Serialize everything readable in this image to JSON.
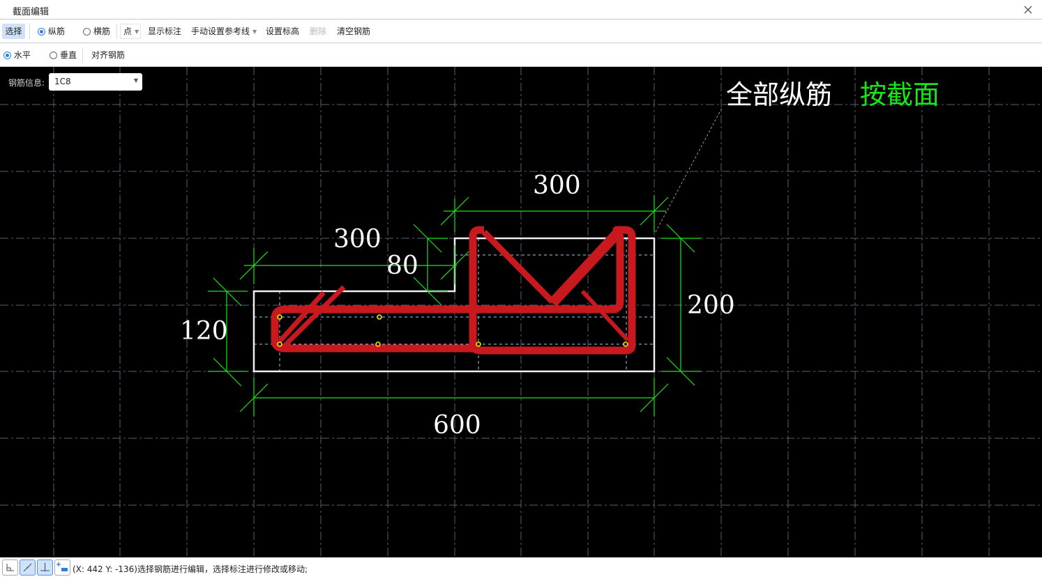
{
  "window": {
    "title": "截面编辑",
    "close_icon": "close-icon"
  },
  "toolbar1": {
    "select_label": "选择",
    "longitudinal_label": "纵筋",
    "longitudinal_checked": true,
    "transverse_label": "横筋",
    "transverse_checked": false,
    "point_label": "点",
    "show_dims_label": "显示标注",
    "manual_ref_line_label": "手动设置参考线",
    "set_elevation_label": "设置标高",
    "delete_label": "删除",
    "clear_rebar_label": "清空钢筋"
  },
  "toolbar2": {
    "horizontal_label": "水平",
    "horizontal_checked": true,
    "vertical_label": "垂直",
    "vertical_checked": false,
    "align_rebar_label": "对齐钢筋"
  },
  "canvas": {
    "rebar_info_label": "钢筋信息:",
    "rebar_info_value": "1C8",
    "annotation_white": "全部纵筋",
    "annotation_green": "按截面",
    "dimensions": {
      "top_width": "300",
      "left_step_width": "300",
      "step_height": "80",
      "left_height": "120",
      "right_height": "200",
      "total_width": "600"
    },
    "colors": {
      "background": "#000000",
      "grid": "#5a6070",
      "outline": "#f0f0f0",
      "dimension_line": "#19e619",
      "rebar": "#c8191f",
      "rebar_point": "#f5e11a",
      "guide": "#a8c8f0"
    }
  },
  "statusbar": {
    "buttons": [
      {
        "name": "ortho-mode",
        "active": false
      },
      {
        "name": "snap-line",
        "active": true
      },
      {
        "name": "snap-perpendicular",
        "active": true
      },
      {
        "name": "add-point",
        "active": false
      }
    ],
    "coords": "(X: 442 Y: -136)",
    "message": "选择钢筋进行编辑，选择标注进行修改或移动;"
  }
}
